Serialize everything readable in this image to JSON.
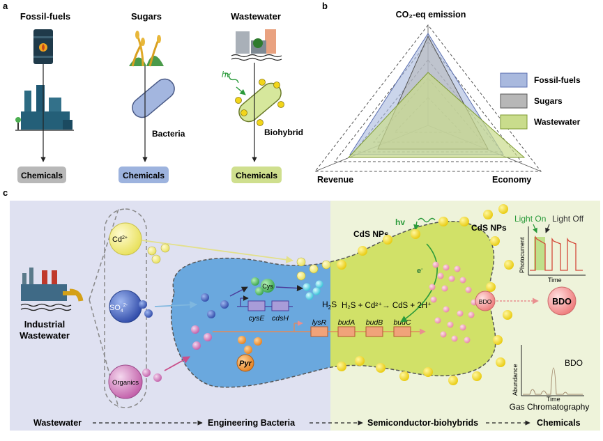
{
  "panels": {
    "a": "a",
    "b": "b",
    "c": "c"
  },
  "panel_a": {
    "sources": [
      "Fossil-fuels",
      "Sugars",
      "Wastewater"
    ],
    "bacteria_label": "Bacteria",
    "biohybrid_label": "Biohybrid",
    "light_label": "hv",
    "product_label": "Chemicals"
  },
  "panel_b": {
    "axes": [
      "CO₂-eq emission",
      "Revenue",
      "Economy"
    ],
    "legend": [
      {
        "name": "Fossil-fuels",
        "color": "#a9b9de"
      },
      {
        "name": "Sugars",
        "color": "#b7b7b7"
      },
      {
        "name": "Wastewater",
        "color": "#c9dc8c"
      }
    ]
  },
  "panel_c": {
    "source_label_1": "Industrial",
    "source_label_2": "Wastewater",
    "ions": {
      "cd": "Cd",
      "cd_sup": "2+",
      "so": "SO",
      "so_sub": "4",
      "so_sup": "2-",
      "org": "Organics"
    },
    "cys": "Cys",
    "genes_s": [
      "cysE",
      "cdsH"
    ],
    "genes_b": [
      "lysR",
      "budA",
      "budB",
      "budC"
    ],
    "pyr": "Pyr",
    "h2s_h": "H",
    "h2s_sub": "2",
    "h2s_s": "S",
    "reaction": "H₂S + Cd²⁺→ CdS + 2H⁺",
    "cds_np": "CdS NPs",
    "hv": "hv",
    "electron": "e",
    "electron_sup": "-",
    "bdo_inner": "BDO",
    "bdo_out": "BDO",
    "photo": {
      "light_on": "Light On",
      "light_off": "Light Off",
      "ylabel": "Photocurrent",
      "xlabel": "Time"
    },
    "gc": {
      "peak": "BDO",
      "ylabel": "Abundance",
      "xlabel": "Time",
      "caption": "Gas Chromatography"
    },
    "flow": [
      "Wastewater",
      "Engineering Bacteria",
      "Semiconductor-biohybrids",
      "Chemicals"
    ]
  }
}
